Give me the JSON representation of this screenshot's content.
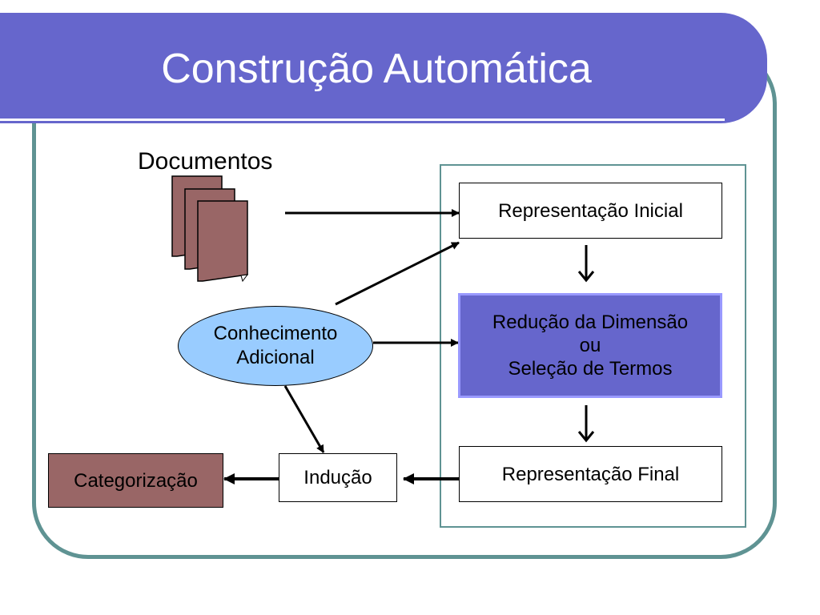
{
  "title": "Construção Automática",
  "documents": {
    "label": "Documentos",
    "icon": "stacked-documents-icon"
  },
  "nodes": {
    "representacao_inicial": "Representação Inicial",
    "reducao": "Redução da Dimensão\nou\nSeleção de Termos",
    "representacao_final": "Representação Final",
    "conhecimento": "Conhecimento\nAdicional",
    "inducao": "Indução",
    "categorizacao": "Categorização"
  },
  "colors": {
    "title_bar": "#6666cc",
    "frame": "#5f9393",
    "reducao_fill": "#6666cc",
    "reducao_border": "#9999ff",
    "categorizacao_fill": "#996666",
    "document_fill": "#996666",
    "ellipse_fill": "#99ccff"
  }
}
